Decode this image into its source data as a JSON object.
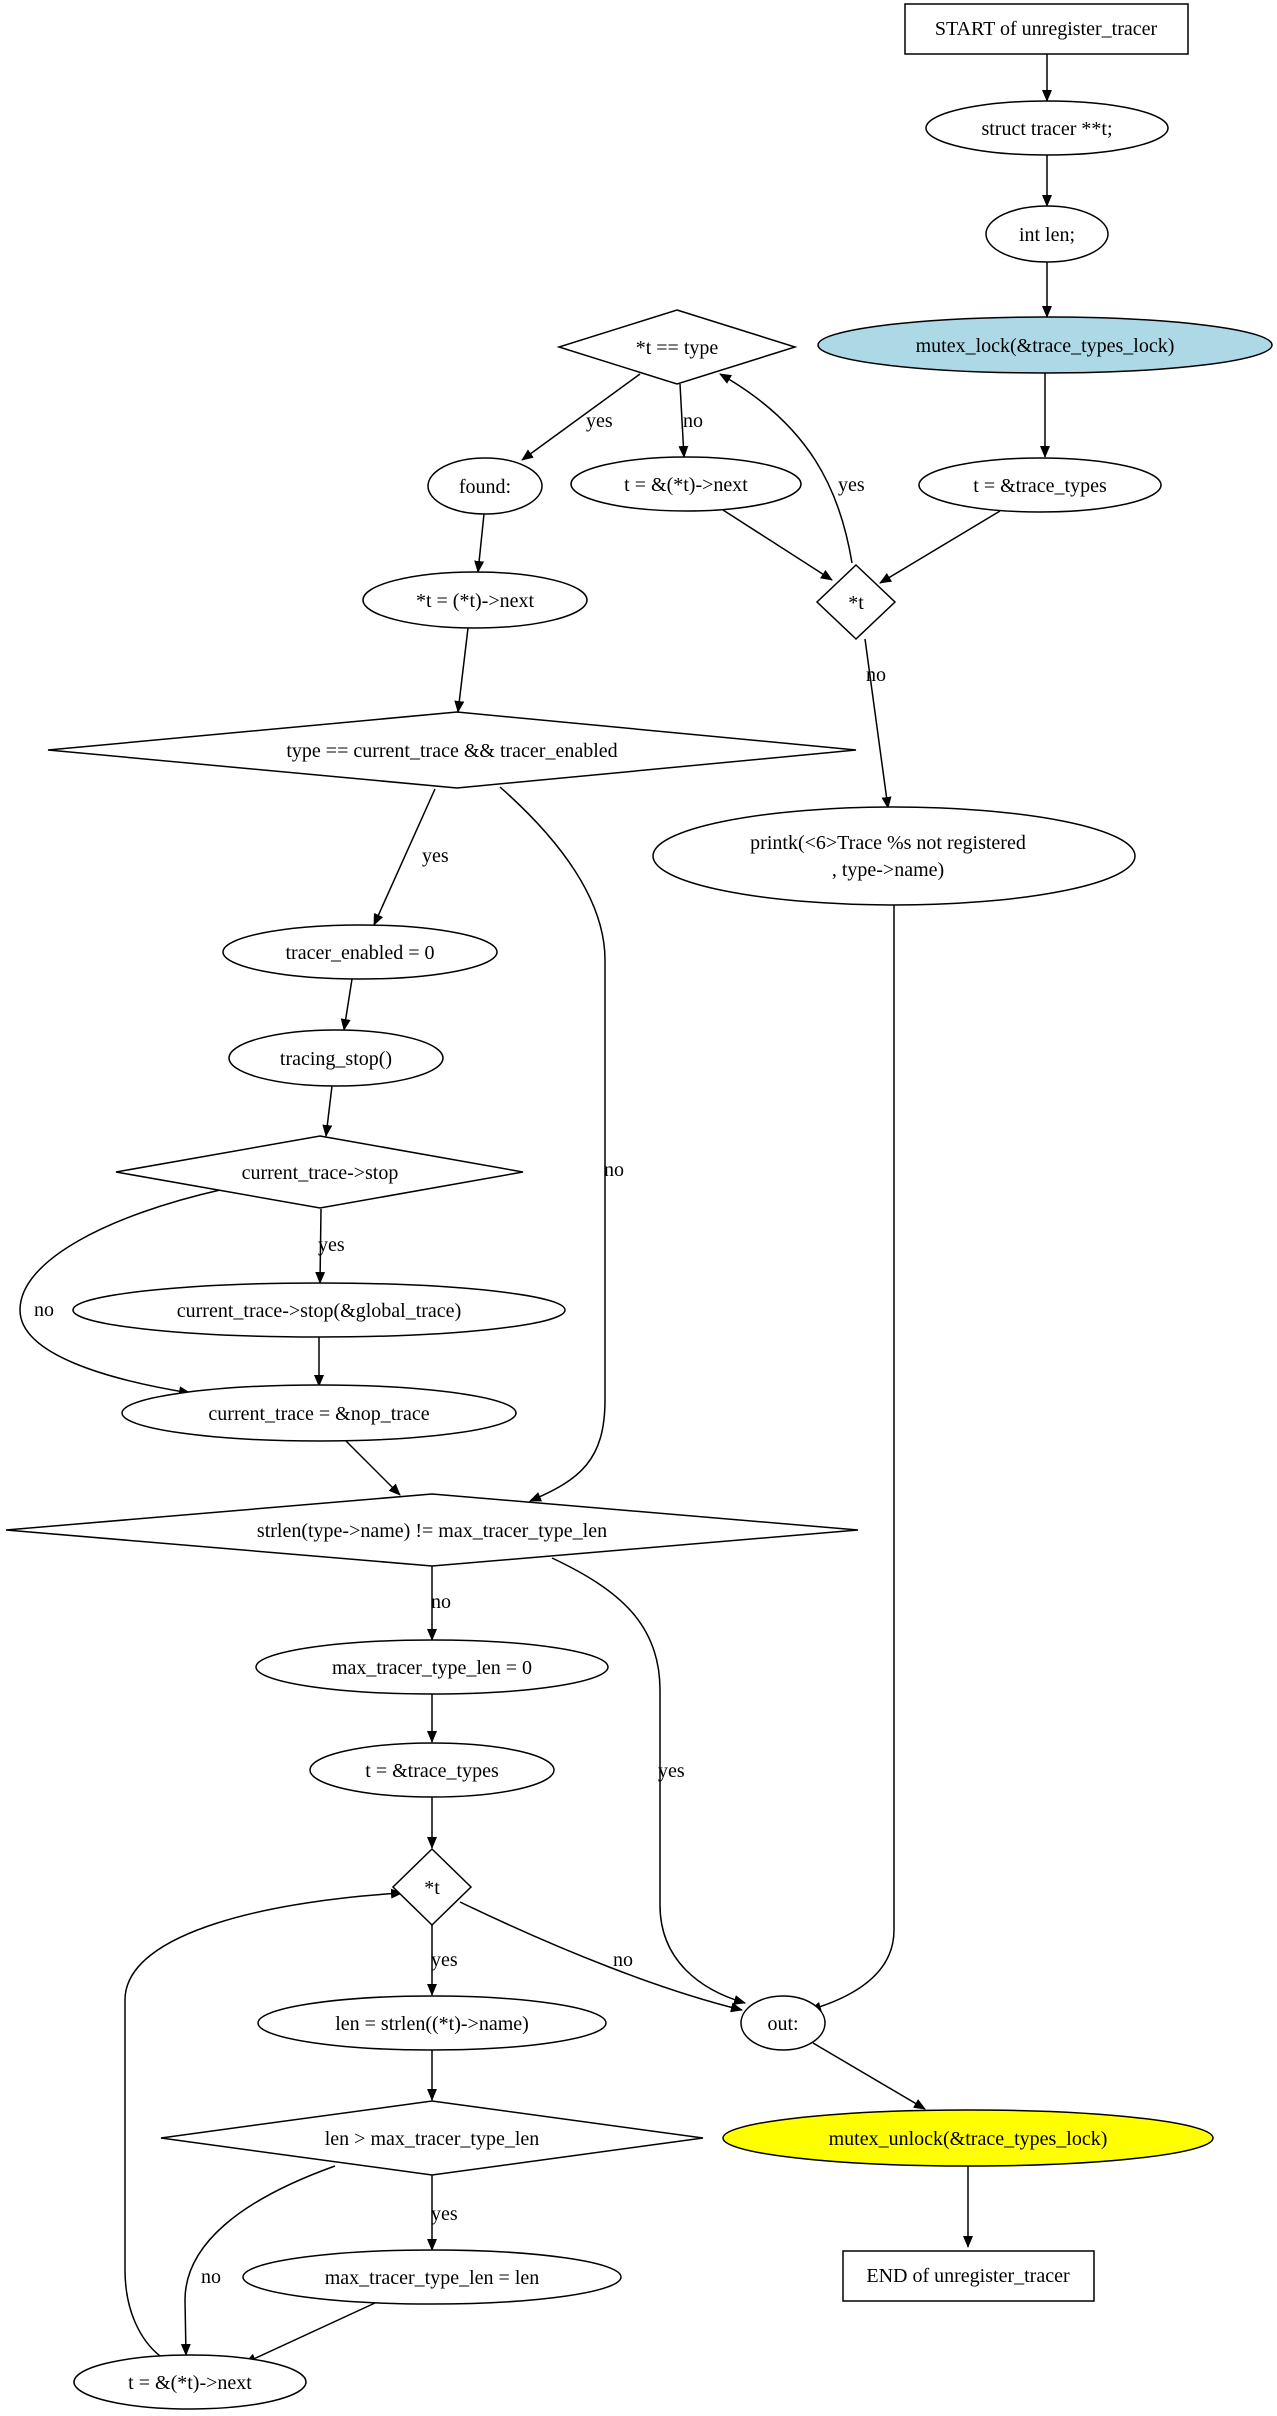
{
  "colors": {
    "stroke": "#000000",
    "fill_default": "#ffffff",
    "fill_lock": "#add8e6",
    "fill_unlock": "#ffff00"
  },
  "nodes": {
    "start": "START of unregister_tracer",
    "decl_t": "struct tracer **t;",
    "decl_len": "int len;",
    "lock": "mutex_lock(&trace_types_lock)",
    "t_init": "t = &trace_types",
    "cond_t1": "*t",
    "cond_type": "*t == type",
    "t_next1": "t = &(*t)->next",
    "found": "found:",
    "assign_next": "*t = (*t)->next",
    "printk_line1": "printk(<6>Trace %s not registered",
    "printk_line2": ", type->name)",
    "cond_current": "type == current_trace && tracer_enabled",
    "tracer_enabled0": "tracer_enabled = 0",
    "tracing_stop": "tracing_stop()",
    "cond_stop": "current_trace->stop",
    "call_stop": "current_trace->stop(&global_trace)",
    "assign_nop": "current_trace = &nop_trace",
    "cond_strlen": "strlen(type->name) != max_tracer_type_len",
    "max_zero": "max_tracer_type_len = 0",
    "t_init2": "t = &trace_types",
    "cond_t2": "*t",
    "len_assign": "len = strlen((*t)->name)",
    "cond_len": "len > max_tracer_type_len",
    "max_len": "max_tracer_type_len = len",
    "t_next2": "t = &(*t)->next",
    "out": "out:",
    "unlock": "mutex_unlock(&trace_types_lock)",
    "end": "END of unregister_tracer"
  },
  "edge_labels": {
    "yes": "yes",
    "no": "no"
  }
}
